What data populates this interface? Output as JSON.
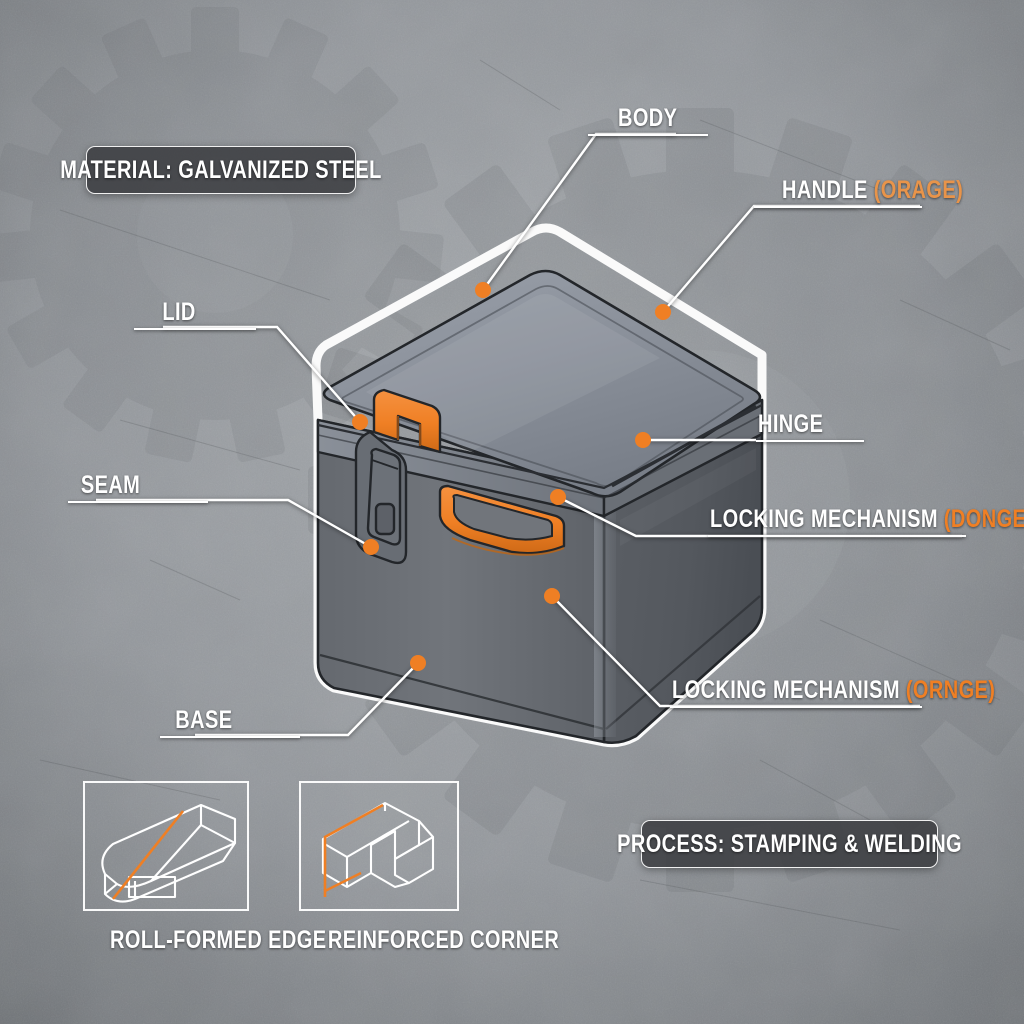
{
  "theme": {
    "accent_orange": "#ef7f24",
    "accent_orange_soft": "#e8944a",
    "label_white": "#ffffff",
    "background_grey": "#8d9196",
    "lid_grey": "#9096a0",
    "side_grey": "#5a5e63"
  },
  "badges": [
    {
      "id": "material",
      "text": "MATERIAL: GALVANIZED STEEL"
    },
    {
      "id": "process",
      "text": "PROCESS: STAMPING & WELDING"
    }
  ],
  "callouts": [
    {
      "id": "body",
      "text": "BODY",
      "accent": "",
      "side": "left"
    },
    {
      "id": "handle",
      "text": "HANDLE ",
      "accent": "(ORAGE)",
      "side": "left"
    },
    {
      "id": "lid",
      "text": "LID",
      "accent": "",
      "side": "right"
    },
    {
      "id": "seam",
      "text": "SEAM",
      "accent": "",
      "side": "right"
    },
    {
      "id": "base",
      "text": "BASE",
      "accent": "",
      "side": "right"
    },
    {
      "id": "hinge",
      "text": "HINGE",
      "accent": "",
      "side": "left"
    },
    {
      "id": "lock1",
      "text": "LOCKING MECHANISM ",
      "accent": "(DONGE)",
      "side": "left"
    },
    {
      "id": "lock2",
      "text": "LOCKING MECHANISM ",
      "accent": "(ORNGE)",
      "side": "left"
    }
  ],
  "insets": [
    {
      "id": "roll-formed-edge",
      "caption": "ROLL-FORMED EDGE"
    },
    {
      "id": "reinforced-corner",
      "caption": "REINFORCED CORNER"
    }
  ],
  "subject": {
    "name": "isometric metal toolbox",
    "parts": [
      "lid",
      "body",
      "base",
      "seam",
      "hinge",
      "handle",
      "draw-latch"
    ]
  }
}
